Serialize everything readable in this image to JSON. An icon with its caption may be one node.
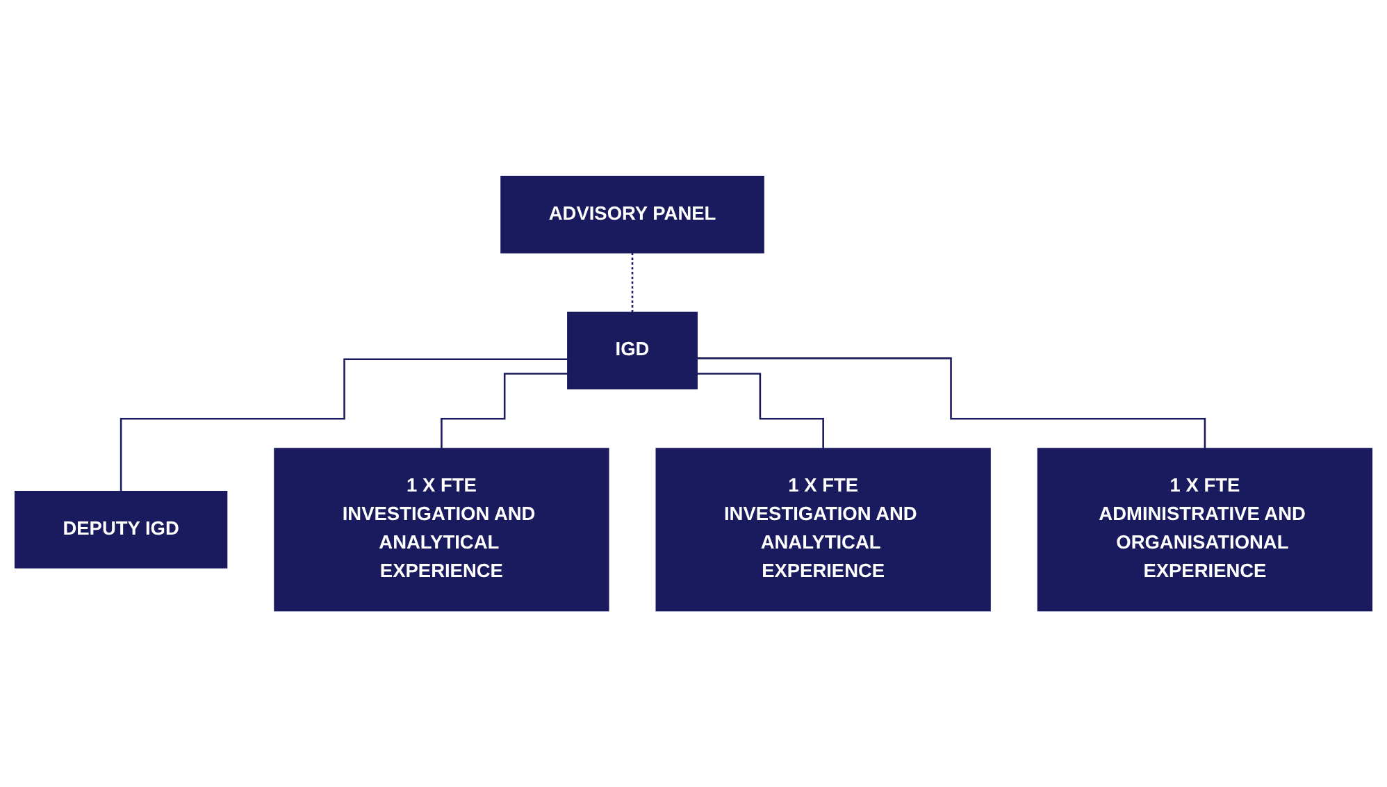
{
  "diagram": {
    "nodes": [
      {
        "text": [
          "ADVISORY PANEL"
        ]
      },
      {
        "text": [
          "IGD"
        ]
      },
      {
        "text": [
          "DEPUTY IGD"
        ]
      },
      {
        "text": [
          "1 X FTE",
          "INVESTIGATION AND ANALYTICAL EXPERIENCE"
        ]
      },
      {
        "text": [
          "1 X FTE",
          "INVESTIGATION AND ANALYTICAL EXPERIENCE"
        ]
      },
      {
        "text": [
          "1 X FTE",
          "ADMINISTRATIVE AND ORGANISATIONAL EXPERIENCE"
        ]
      }
    ],
    "edges": [
      {
        "from": 0,
        "to": 1,
        "arrow": "none",
        "style": "dashed"
      },
      {
        "from": 1,
        "to": 2,
        "arrow": "none"
      },
      {
        "from": 1,
        "to": 3,
        "arrow": "none"
      },
      {
        "from": 1,
        "to": 4,
        "arrow": "none"
      },
      {
        "from": 1,
        "to": 5,
        "arrow": "none"
      }
    ]
  }
}
